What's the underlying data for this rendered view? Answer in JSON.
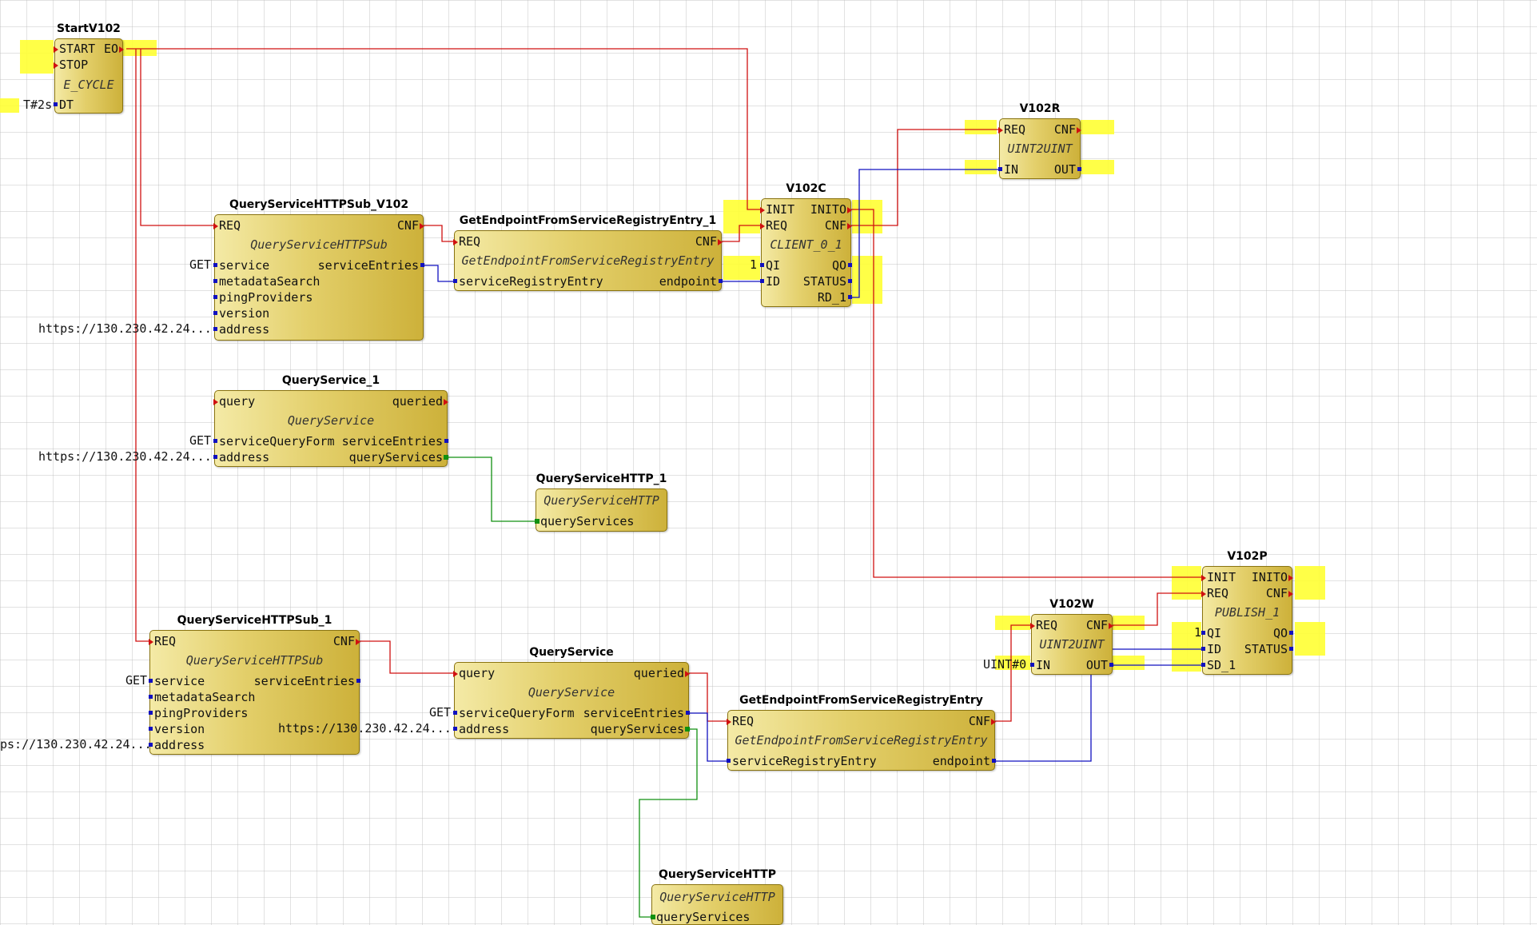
{
  "blocks": {
    "start": {
      "name": "StartV102",
      "type": "E_CYCLE",
      "inputs": [
        "START",
        "STOP",
        "DT"
      ],
      "outputs": [
        "EO"
      ]
    },
    "qhsub_v102": {
      "name": "QueryServiceHTTPSub_V102",
      "type": "QueryServiceHTTPSub",
      "inputs": [
        "REQ",
        "service",
        "metadataSearch",
        "pingProviders",
        "version",
        "address"
      ],
      "outputs": [
        "CNF",
        "serviceEntries"
      ]
    },
    "getep_1": {
      "name": "GetEndpointFromServiceRegistryEntry_1",
      "type": "GetEndpointFromServiceRegistryEntry",
      "inputs": [
        "REQ",
        "serviceRegistryEntry"
      ],
      "outputs": [
        "CNF",
        "endpoint"
      ]
    },
    "v102c": {
      "name": "V102C",
      "type": "CLIENT_0_1",
      "inputs": [
        "INIT",
        "REQ",
        "QI",
        "ID"
      ],
      "outputs": [
        "INITO",
        "CNF",
        "QO",
        "STATUS",
        "RD_1"
      ]
    },
    "v102r": {
      "name": "V102R",
      "type": "UINT2UINT",
      "inputs": [
        "REQ",
        "IN"
      ],
      "outputs": [
        "CNF",
        "OUT"
      ]
    },
    "qs_1": {
      "name": "QueryService_1",
      "type": "QueryService",
      "inputs": [
        "query",
        "serviceQueryForm",
        "address"
      ],
      "outputs": [
        "queried",
        "serviceEntries",
        "queryServices"
      ]
    },
    "qhttp_1": {
      "name": "QueryServiceHTTP_1",
      "type": "QueryServiceHTTP",
      "inputs": [
        "queryServices"
      ],
      "outputs": []
    },
    "v102p": {
      "name": "V102P",
      "type": "PUBLISH_1",
      "inputs": [
        "INIT",
        "REQ",
        "QI",
        "ID",
        "SD_1"
      ],
      "outputs": [
        "INITO",
        "CNF",
        "QO",
        "STATUS"
      ]
    },
    "v102w": {
      "name": "V102W",
      "type": "UINT2UINT",
      "inputs": [
        "REQ",
        "IN"
      ],
      "outputs": [
        "CNF",
        "OUT"
      ]
    },
    "qhsub_1": {
      "name": "QueryServiceHTTPSub_1",
      "type": "QueryServiceHTTPSub",
      "inputs": [
        "REQ",
        "service",
        "metadataSearch",
        "pingProviders",
        "version",
        "address"
      ],
      "outputs": [
        "CNF",
        "serviceEntries"
      ]
    },
    "qs": {
      "name": "QueryService",
      "type": "QueryService",
      "inputs": [
        "query",
        "serviceQueryForm",
        "address"
      ],
      "outputs": [
        "queried",
        "serviceEntries",
        "queryServices"
      ]
    },
    "getep": {
      "name": "GetEndpointFromServiceRegistryEntry",
      "type": "GetEndpointFromServiceRegistryEntry",
      "inputs": [
        "REQ",
        "serviceRegistryEntry"
      ],
      "outputs": [
        "CNF",
        "endpoint"
      ]
    },
    "qhttp": {
      "name": "QueryServiceHTTP",
      "type": "QueryServiceHTTP",
      "inputs": [
        "queryServices"
      ],
      "outputs": []
    }
  },
  "constants": {
    "dt": "T#2s",
    "get1": "GET",
    "addr1": "https://130.230.42.24...",
    "get2": "GET",
    "addr2": "https://130.230.42.24...",
    "get3": "GET",
    "addr3": "ps://130.230.42.24...",
    "addr3b": "https://130.230.42.24...",
    "get4": "GET",
    "qi_c": "1",
    "qi_p": "1",
    "uint_w": "UINT#0"
  },
  "colors": {
    "event": "#d01010",
    "data": "#1010c0",
    "adapter": "#109010",
    "block_light": "#f4eaa6",
    "block_dark": "#cdb13a",
    "highlight": "#ffff33",
    "grid": "#bebebe"
  },
  "icons": {
    "event_port": "red-triangle",
    "data_port": "blue-square",
    "adapter_port": "green-plug"
  }
}
